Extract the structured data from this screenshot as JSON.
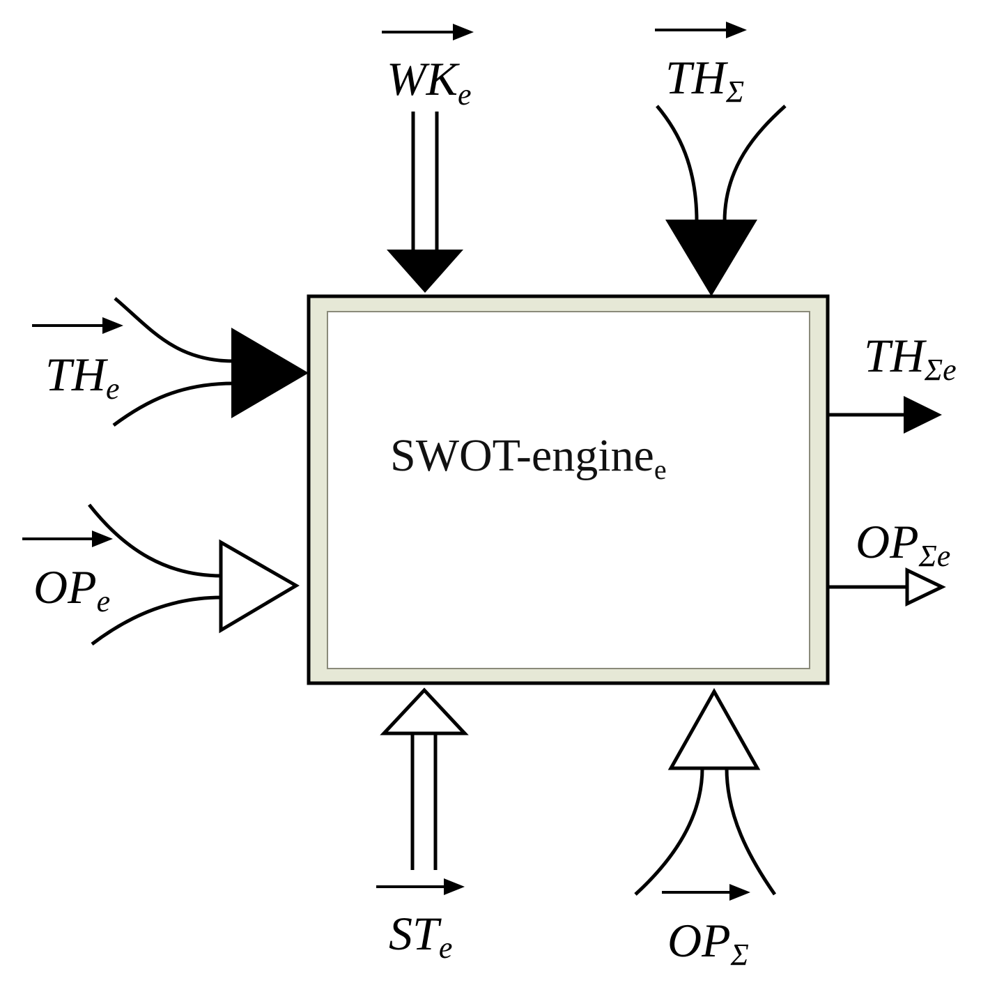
{
  "diagram": {
    "engine": {
      "name": "SWOT-engine",
      "subscript": "e"
    },
    "inputs": {
      "wk_e": {
        "base": "WK",
        "sub": "e"
      },
      "th_sigma": {
        "base": "TH",
        "sub": "Σ"
      },
      "th_e": {
        "base": "TH",
        "sub": "e"
      },
      "op_e": {
        "base": "OP",
        "sub": "e"
      },
      "st_e": {
        "base": "ST",
        "sub": "e"
      },
      "op_sigma": {
        "base": "OP",
        "sub": "Σ"
      }
    },
    "outputs": {
      "th_sigma_e": {
        "base": "TH",
        "sub": "Σe"
      },
      "op_sigma_e": {
        "base": "OP",
        "sub": "Σe"
      }
    },
    "colors": {
      "line": "#000000",
      "box_fill": "#e6e8d6",
      "box_inner": "#ffffff",
      "background": "#ffffff"
    }
  }
}
